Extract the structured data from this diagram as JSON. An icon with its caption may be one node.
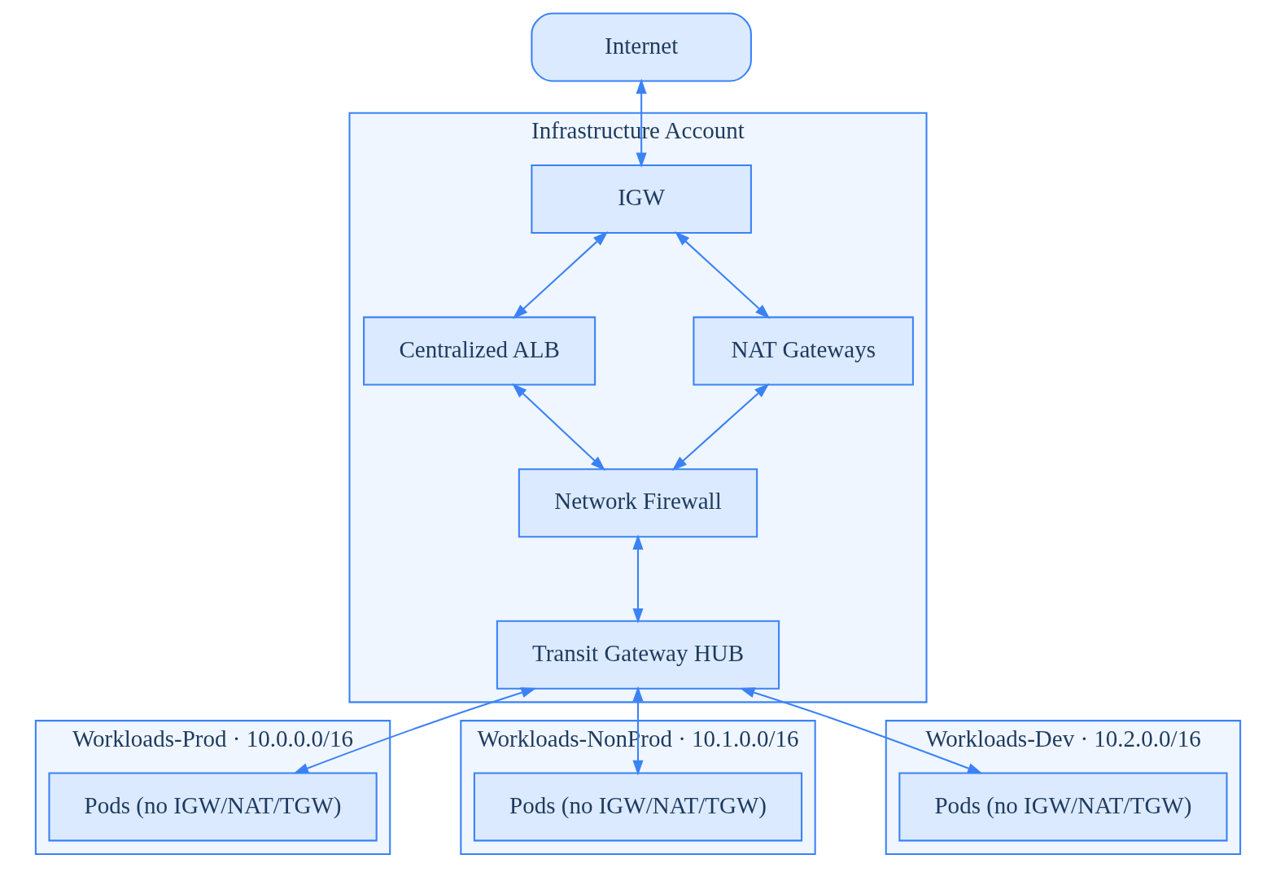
{
  "diagram": {
    "nodes": [
      {
        "text": [
          "Internet"
        ]
      },
      {
        "text": [
          "Infrastructure Account"
        ]
      },
      {
        "text": [
          "IGW"
        ],
        "in": 1
      },
      {
        "text": [
          "Centralized ALB"
        ],
        "in": 1
      },
      {
        "text": [
          "NAT Gateways"
        ],
        "in": 1
      },
      {
        "text": [
          "Network Firewall"
        ],
        "in": 1
      },
      {
        "text": [
          "Transit Gateway HUB"
        ],
        "in": 1
      },
      {
        "text": [
          "Workloads-Prod · 10.0.0.0/16"
        ]
      },
      {
        "text": [
          "Pods (no IGW/NAT/TGW)"
        ],
        "in": 7
      },
      {
        "text": [
          "Workloads-NonProd · 10.1.0.0/16"
        ]
      },
      {
        "text": [
          "Pods (no IGW/NAT/TGW)"
        ],
        "in": 9
      },
      {
        "text": [
          "Workloads-Dev · 10.2.0.0/16"
        ]
      },
      {
        "text": [
          "Pods (no IGW/NAT/TGW)"
        ],
        "in": 11
      }
    ],
    "edges": [
      {
        "from": 0,
        "to": 2,
        "arrow": "both"
      },
      {
        "from": 2,
        "to": 3,
        "arrow": "both"
      },
      {
        "from": 2,
        "to": 4,
        "arrow": "both"
      },
      {
        "from": 3,
        "to": 5,
        "arrow": "both"
      },
      {
        "from": 4,
        "to": 5,
        "arrow": "both"
      },
      {
        "from": 5,
        "to": 6,
        "arrow": "both"
      },
      {
        "from": 6,
        "to": 8,
        "arrow": "both"
      },
      {
        "from": 6,
        "to": 10,
        "arrow": "both"
      },
      {
        "from": 6,
        "to": 12,
        "arrow": "both"
      }
    ]
  }
}
